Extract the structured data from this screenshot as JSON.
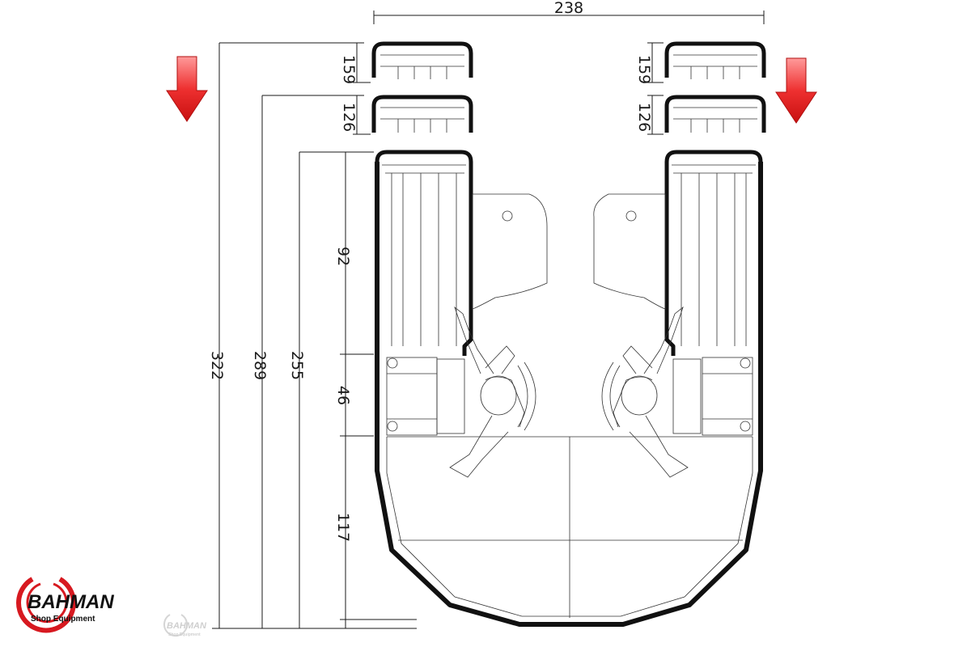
{
  "dimensions": {
    "overall_width": "238",
    "panel_top_left": "159",
    "panel_second_left": "126",
    "panel_top_right": "159",
    "panel_second_right": "126",
    "total_length": "322",
    "length_289": "289",
    "length_255": "255",
    "section_upper": "92",
    "section_middle": "46",
    "section_lower": "117"
  },
  "logo": {
    "brand": "BAHMAN",
    "tagline": "Shop Equipment"
  },
  "watermark": {
    "brand": "BAHMAN",
    "tagline": "Shop Equipment"
  },
  "colors": {
    "arrow": "#e02020",
    "logo_red": "#d71920",
    "line": "#111111"
  }
}
